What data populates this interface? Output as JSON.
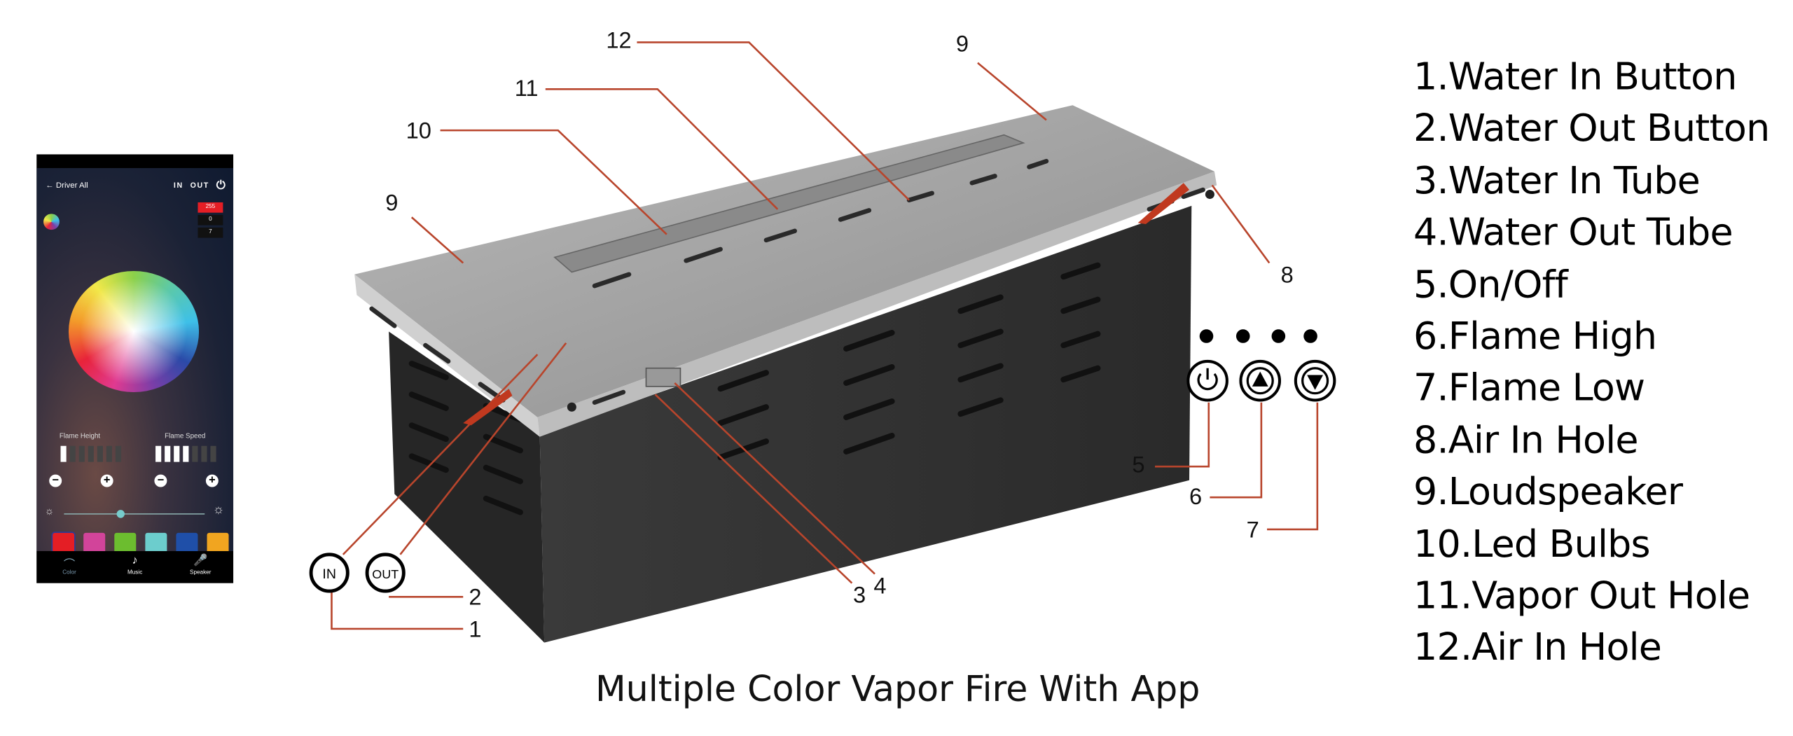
{
  "caption": "Multiple Color Vapor Fire With App",
  "legend": [
    "1.Water In Button",
    "2.Water Out Button",
    "3.Water In Tube",
    "4.Water Out Tube",
    "5.On/Off",
    "6.Flame High",
    "7.Flame Low",
    "8.Air In Hole",
    "9.Loudspeaker",
    "10.Led Bulbs",
    "11.Vapor Out Hole",
    "12.Air In Hole"
  ],
  "callouts": {
    "n1": "1",
    "n2": "2",
    "n3": "3",
    "n4": "4",
    "n5": "5",
    "n6": "6",
    "n7": "7",
    "n8": "8",
    "n9a": "9",
    "n9b": "9",
    "n10": "10",
    "n11": "11",
    "n12": "12"
  },
  "buttons": {
    "in": "IN",
    "out": "OUT"
  },
  "app": {
    "back_label": "Driver All",
    "in_label": "IN",
    "out_label": "OUT",
    "rgb": [
      "255",
      "0",
      "7"
    ],
    "flame_height_label": "Flame Height",
    "flame_speed_label": "Flame Speed",
    "flame_height_level": 1,
    "flame_speed_level": 4,
    "levels_total": 7,
    "brightness": 0.4,
    "swatches": [
      "#e41e25",
      "#d2449a",
      "#6cbd2f",
      "#6ccdcd",
      "#1f4fa8",
      "#f1a520"
    ],
    "nav": [
      "Color",
      "Music",
      "Speaker"
    ]
  },
  "colors": {
    "leader": "#b8452c"
  }
}
